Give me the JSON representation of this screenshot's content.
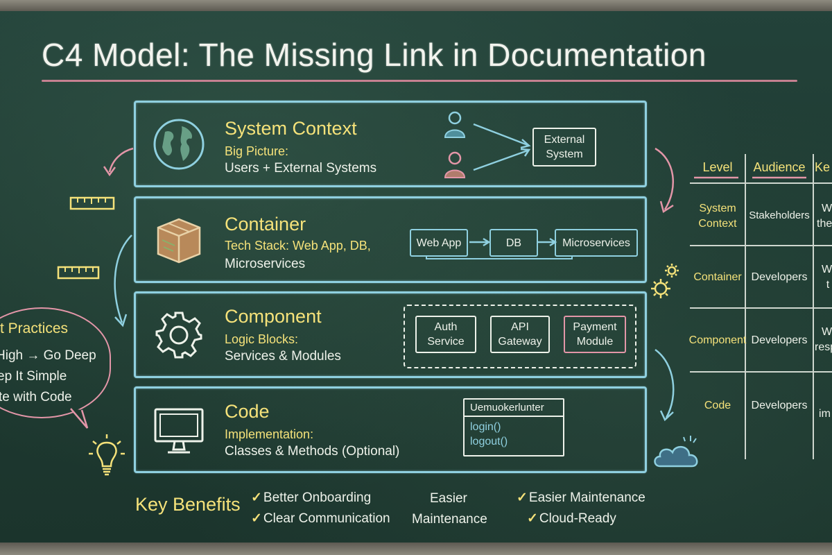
{
  "title": "C4 Model: The Missing Link in Documentation",
  "levels": [
    {
      "title": "System Context",
      "subtitle": "Big Picture:",
      "description": "Users + External Systems",
      "icon": "globe-icon",
      "diagram": {
        "box": "External\nSystem",
        "box_line1": "External",
        "box_line2": "System"
      }
    },
    {
      "title": "Container",
      "subtitle": "Tech Stack: Web App, DB,",
      "description": "Microservices",
      "icon": "package-box-icon",
      "diagram": {
        "boxes": [
          "Web App",
          "DB",
          "Microservices"
        ]
      }
    },
    {
      "title": "Component",
      "subtitle": "Logic Blocks:",
      "description": "Services & Modules",
      "icon": "gear-icon",
      "diagram": {
        "boxes": [
          {
            "line1": "Auth",
            "line2": "Service"
          },
          {
            "line1": "API",
            "line2": "Gateway"
          },
          {
            "line1": "Payment",
            "line2": "Module"
          }
        ]
      }
    },
    {
      "title": "Code",
      "subtitle": "Implementation:",
      "description": "Classes & Methods (Optional)",
      "icon": "monitor-icon",
      "diagram": {
        "class_name": "Uemuokerlunter",
        "methods": [
          "login()",
          "logout()"
        ]
      }
    }
  ],
  "table": {
    "headers": [
      "Level",
      "Audience",
      "Ke"
    ],
    "rows": [
      {
        "level_line1": "System",
        "level_line2": "Context",
        "audience": "Stakeholders",
        "key_line1": "W",
        "key_line2": "the"
      },
      {
        "level": "Container",
        "audience": "Developers",
        "key_line1": "W",
        "key_line2": "t"
      },
      {
        "level": "Component",
        "audience": "Developers",
        "key_line1": "W",
        "key_line2": "resp"
      },
      {
        "level": "Code",
        "audience": "Developers",
        "key_line1": "im"
      }
    ]
  },
  "best_practices": {
    "title": "t Practices",
    "items": [
      "High → Go Deep",
      "ep It Simple",
      "te with Code"
    ]
  },
  "key_benefits": {
    "title": "Key Benefits",
    "items": [
      "Better Onboarding",
      "Clear Communication",
      "Easier Maintenance",
      "Cloud-Ready"
    ],
    "middle_line1": "Easier",
    "middle_line2": "Maintenance",
    "check": "✓"
  },
  "colors": {
    "board": "#1f3a30",
    "chalk_white": "#eef2ea",
    "chalk_yellow": "#f5e27a",
    "chalk_blue": "#8fd0e0",
    "chalk_pink": "#e396a8"
  }
}
